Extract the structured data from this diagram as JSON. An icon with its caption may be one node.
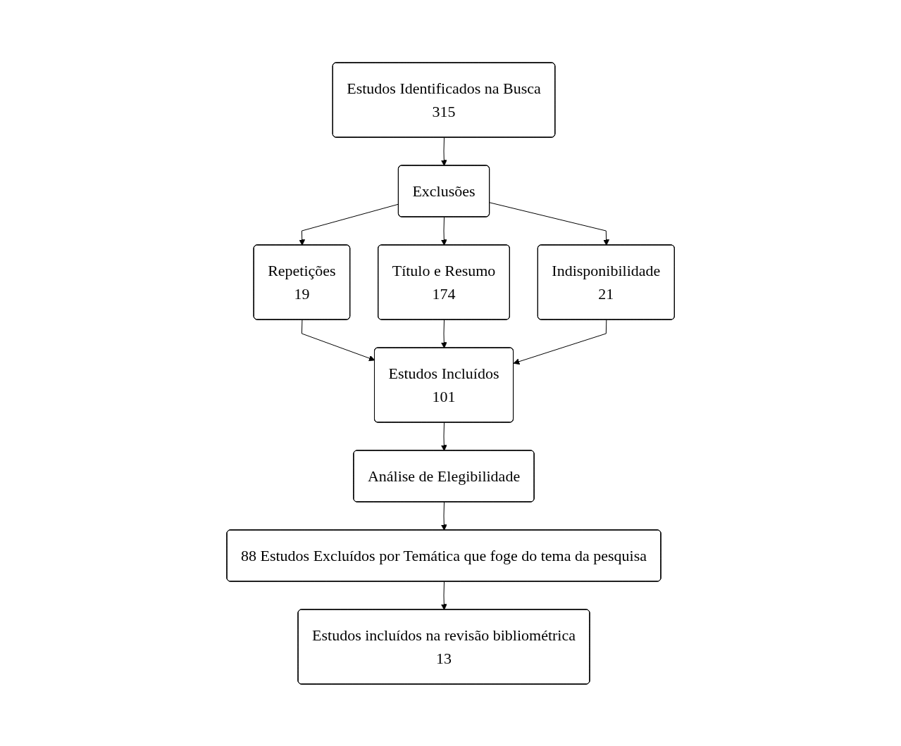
{
  "diagram": {
    "nodes": [
      {
        "text": [
          "Estudos Identificados na Busca",
          "315"
        ]
      },
      {
        "text": [
          "Exclusões"
        ]
      },
      {
        "text": [
          "Repetições",
          "19"
        ]
      },
      {
        "text": [
          "Título e Resumo",
          "174"
        ]
      },
      {
        "text": [
          "Indisponibilidade",
          "21"
        ]
      },
      {
        "text": [
          "Estudos Incluídos",
          "101"
        ]
      },
      {
        "text": [
          "Análise de Elegibilidade"
        ]
      },
      {
        "text": [
          "88 Estudos Excluídos por Temática que foge do tema da pesquisa"
        ]
      },
      {
        "text": [
          "Estudos incluídos na revisão bibliométrica",
          "13"
        ]
      }
    ],
    "edges": [
      {
        "from": 0,
        "to": 1,
        "arrow": "to"
      },
      {
        "from": 1,
        "to": 2,
        "arrow": "to"
      },
      {
        "from": 1,
        "to": 3,
        "arrow": "to"
      },
      {
        "from": 1,
        "to": 4,
        "arrow": "to"
      },
      {
        "from": 2,
        "to": 5,
        "arrow": "to"
      },
      {
        "from": 3,
        "to": 5,
        "arrow": "to"
      },
      {
        "from": 4,
        "to": 5,
        "arrow": "to"
      },
      {
        "from": 5,
        "to": 6,
        "arrow": "to"
      },
      {
        "from": 6,
        "to": 7,
        "arrow": "to"
      },
      {
        "from": 7,
        "to": 8,
        "arrow": "to"
      }
    ]
  }
}
